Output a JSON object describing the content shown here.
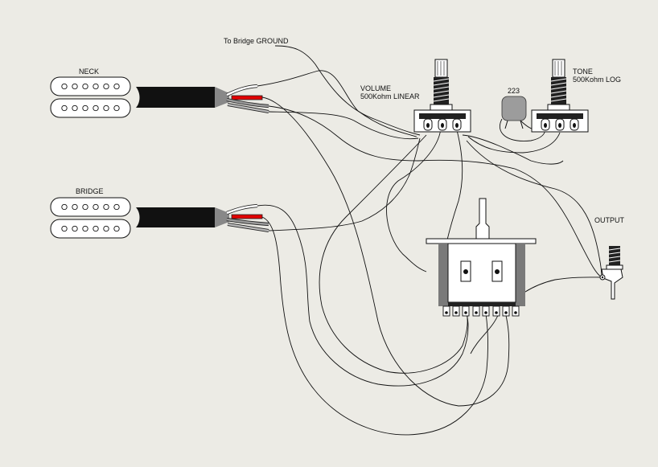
{
  "labels": {
    "bridge_ground": "To Bridge GROUND",
    "volume_title": "VOLUME",
    "volume_spec": "500Kohm LINEAR",
    "tone_title": "TONE",
    "tone_spec": "500Kohm LOG",
    "capacitor": "223",
    "neck": "NECK",
    "bridge": "BRIDGE",
    "output": "OUTPUT"
  },
  "components": {
    "pickups": [
      "neck-humbucker",
      "bridge-humbucker"
    ],
    "pots": [
      "volume-pot",
      "tone-pot"
    ],
    "capacitor": "tone-capacitor",
    "switch": "five-way-selector-switch",
    "jack": "output-jack"
  }
}
